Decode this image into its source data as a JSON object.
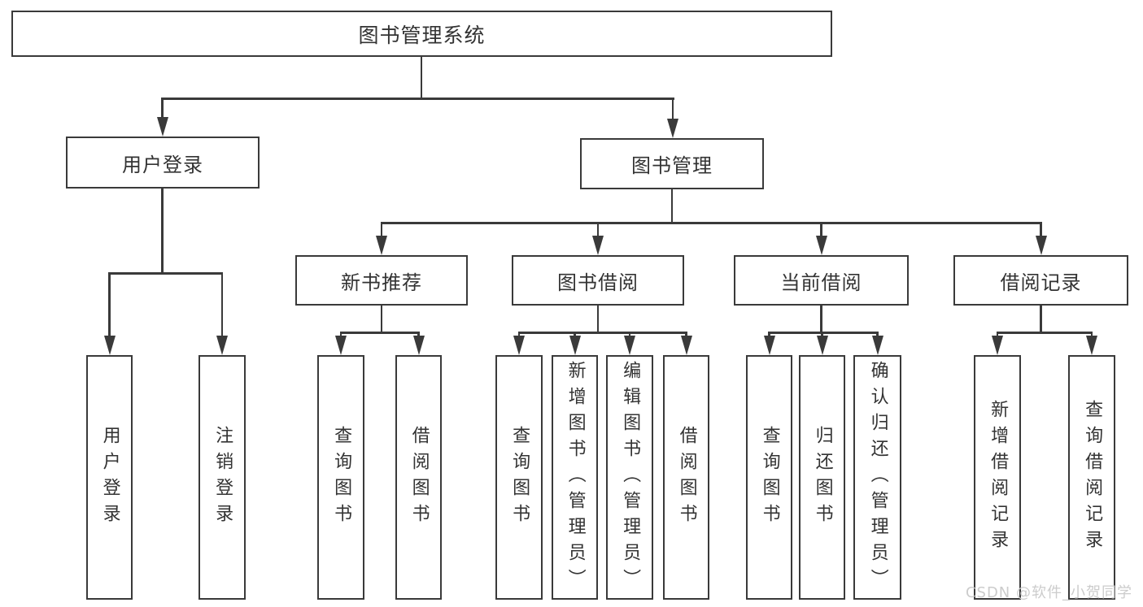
{
  "diagram": {
    "root": {
      "label": "图书管理系统"
    },
    "level2": [
      {
        "label": "用户登录"
      },
      {
        "label": "图书管理"
      }
    ],
    "level3": [
      {
        "label": "新书推荐"
      },
      {
        "label": "图书借阅"
      },
      {
        "label": "当前借阅"
      },
      {
        "label": "借阅记录"
      }
    ],
    "leaves": {
      "user_login": [
        {
          "label": "用户登录"
        },
        {
          "label": "注销登录"
        }
      ],
      "new_book_recommend": [
        {
          "label": "查询图书"
        },
        {
          "label": "借阅图书"
        }
      ],
      "book_borrow": [
        {
          "label": "查询图书"
        },
        {
          "label": "新增图书（管理员）"
        },
        {
          "label": "编辑图书（管理员）"
        },
        {
          "label": "借阅图书"
        }
      ],
      "current_borrow": [
        {
          "label": "查询图书"
        },
        {
          "label": "归还图书"
        },
        {
          "label": "确认归还（管理员）"
        }
      ],
      "borrow_records": [
        {
          "label": "新增借阅记录"
        },
        {
          "label": "查询借阅记录"
        }
      ]
    },
    "watermark": {
      "text": "CSDN @软件_小贺同学"
    },
    "colors": {
      "line": "#3a3a3a",
      "box_border": "#3a3a3a",
      "box_bg": "#ffffff",
      "text": "#333333",
      "watermark": "#cccccc"
    }
  }
}
